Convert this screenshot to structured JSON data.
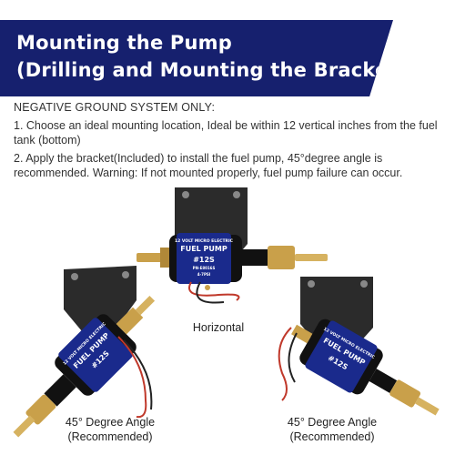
{
  "banner": {
    "title_line1": "Mounting the Pump",
    "title_line2": "(Drilling and Mounting the Bracket)"
  },
  "instructions": {
    "heading": "NEGATIVE GROUND SYSTEM ONLY:",
    "step1": "1. Choose an ideal mounting location, Ideal be within 12 vertical inches from the fuel tank (bottom)",
    "step2": "2. Apply the bracket(Included) to install the fuel pump, 45°degree angle is recommended.  Warning: If not mounted properly, fuel pump failure can occur."
  },
  "pump_label": {
    "top": "12 VOLT MICRO ELECTRIC",
    "name": "FUEL PUMP",
    "model": "#12S",
    "small": "PN-E8016S",
    "psi": "4-7PSI"
  },
  "captions": {
    "horizontal": "Horizontal",
    "left_line1": "45° Degree Angle",
    "left_line2": "(Recommended)",
    "right_line1": "45° Degree Angle",
    "right_line2": "(Recommended)"
  },
  "colors": {
    "banner": "#16206e",
    "pump_body": "#1a2a8c",
    "brass": "#c9a04a",
    "bracket": "#2b2b2b"
  }
}
